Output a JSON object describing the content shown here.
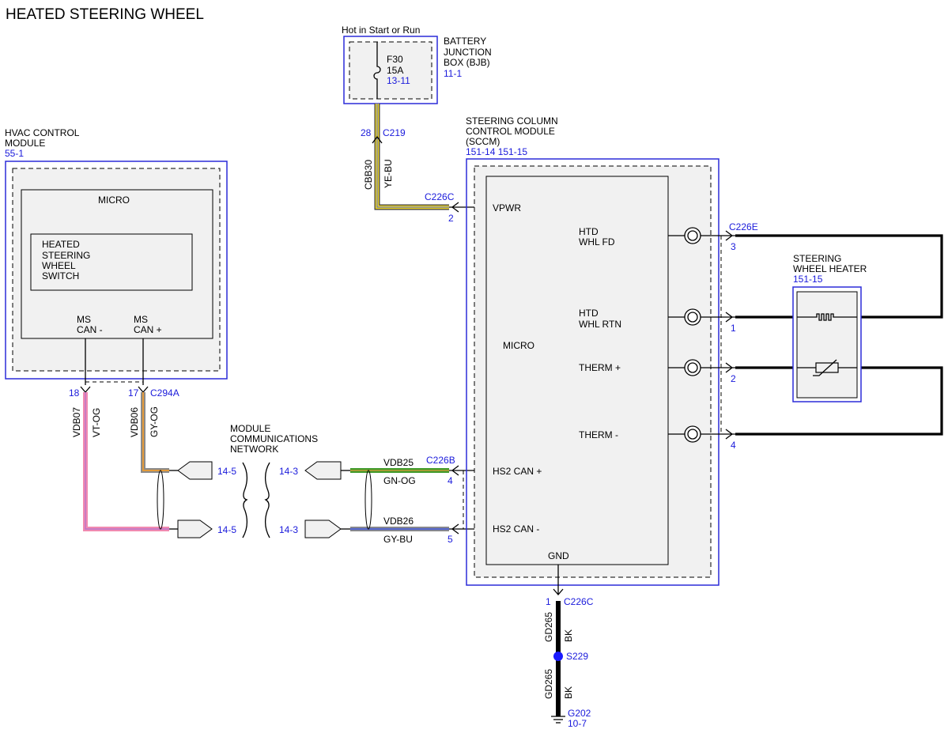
{
  "title": "HEATED STEERING WHEEL",
  "fuse_box": {
    "header": "Hot in Start or Run",
    "fuse": "F30",
    "rating": "15A",
    "ref": "13-11",
    "name_line1": "BATTERY",
    "name_line2": "JUNCTION",
    "name_line3": "BOX (BJB)",
    "page": "11-1"
  },
  "fuse_connector": {
    "pin": "28",
    "name": "C219"
  },
  "feed_wire": {
    "circuit": "CBB30",
    "color": "YE-BU"
  },
  "hvac": {
    "name_line1": "HVAC CONTROL",
    "name_line2": "MODULE",
    "page": "55-1",
    "micro": "MICRO",
    "switch_line1": "HEATED",
    "switch_line2": "STEERING",
    "switch_line3": "WHEEL",
    "switch_line4": "SWITCH",
    "can_minus_1": "MS",
    "can_minus_2": "CAN -",
    "can_plus_1": "MS",
    "can_plus_2": "CAN +",
    "pin_minus": "18",
    "pin_plus": "17",
    "connector": "C294A"
  },
  "hvac_wires": {
    "minus_circuit": "VDB07",
    "minus_color": "VT-OG",
    "plus_circuit": "VDB06",
    "plus_color": "GY-OG"
  },
  "network": {
    "line1": "MODULE",
    "line2": "COMMUNICATIONS",
    "line3": "NETWORK",
    "left_top": "14-5",
    "left_bottom": "14-5",
    "right_top": "14-3",
    "right_bottom": "14-3"
  },
  "hs_wires": {
    "plus_circuit": "VDB25",
    "plus_color": "GN-OG",
    "minus_circuit": "VDB26",
    "minus_color": "GY-BU"
  },
  "sccm": {
    "name_line1": "STEERING COLUMN",
    "name_line2": "CONTROL MODULE",
    "name_line3": "(SCCM)",
    "pages": "151-14  151-15",
    "micro": "MICRO",
    "vpwr": "VPWR",
    "htd_fd_1": "HTD",
    "htd_fd_2": "WHL FD",
    "htd_rtn_1": "HTD",
    "htd_rtn_2": "WHL RTN",
    "therm_plus": "THERM +",
    "therm_minus": "THERM -",
    "hs2_plus": "HS2 CAN +",
    "hs2_minus": "HS2 CAN -",
    "gnd": "GND",
    "conn_c": "C226C",
    "conn_c_pin_vpwr": "2",
    "conn_b": "C226B",
    "conn_b_pin_plus": "4",
    "conn_b_pin_minus": "5",
    "conn_e": "C226E",
    "conn_e_pin_3": "3",
    "conn_e_pin_1": "1",
    "conn_e_pin_2": "2",
    "conn_e_pin_4": "4",
    "gnd_pin": "1",
    "gnd_connector": "C226C"
  },
  "heater": {
    "name_line1": "STEERING",
    "name_line2": "WHEEL HEATER",
    "page": "151-15"
  },
  "ground": {
    "circuit_1": "GD265",
    "color_1": "BK",
    "splice": "S229",
    "circuit_2": "GD265",
    "color_2": "BK",
    "ground_name": "G202",
    "ground_page": "10-7"
  },
  "colors": {
    "module_outline": "#2b2bd9",
    "reference_text": "#1a1adb",
    "box_fill": "#f1f1f1",
    "yellow": "#e8d12a",
    "blue": "#5566cc",
    "green": "#3f9a2a",
    "orange": "#e39a3a",
    "pink": "#f08ab0",
    "violet": "#b070d0",
    "gray": "#8a8a8a",
    "splice": "#1a1aff"
  }
}
